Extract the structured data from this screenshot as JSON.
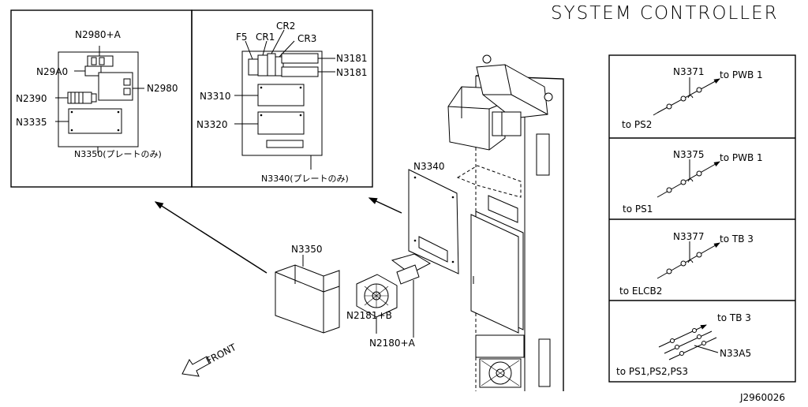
{
  "title": "SYSTEM CONTROLLER",
  "figure_code": "J2960026",
  "front_label": "FRONT",
  "left_detail": {
    "n2980a": "N2980+A",
    "n29a0": "N29A0",
    "n2980": "N2980",
    "n2390": "N2390",
    "n3335": "N3335",
    "n3350_plate": "N3350(プレートのみ)"
  },
  "right_detail": {
    "cr2": "CR2",
    "f5": "F5",
    "cr1": "CR1",
    "cr3": "CR3",
    "n3181_a": "N3181",
    "n3181_b": "N3181",
    "n3310": "N3310",
    "n3320": "N3320",
    "n3340_plate": "N3340(プレートのみ)"
  },
  "main": {
    "n3340": "N3340",
    "n3350": "N3350",
    "n2181b": "N2181+B",
    "n2180a": "N2180+A"
  },
  "cables": [
    {
      "part": "N3371",
      "to_end": "to PWB 1",
      "from_end": "to PS2"
    },
    {
      "part": "N3375",
      "to_end": "to PWB 1",
      "from_end": "to PS1"
    },
    {
      "part": "N3377",
      "to_end": "to TB 3",
      "from_end": "to ELCB2"
    },
    {
      "part": "N33A5",
      "to_end": "to TB 3",
      "from_end": "to PS1,PS2,PS3"
    }
  ]
}
